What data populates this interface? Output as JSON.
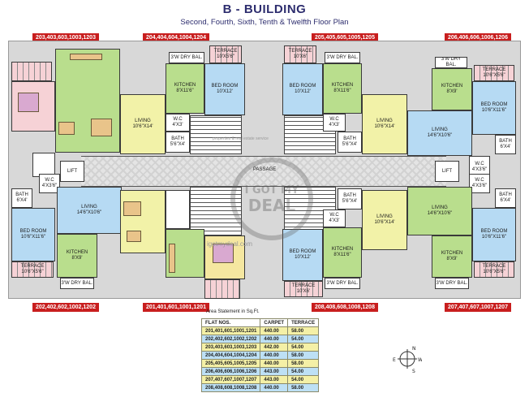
{
  "header": {
    "title": "B - BUILDING",
    "subtitle": "Second, Fourth, Sixth, Tenth & Twelfth Floor Plan"
  },
  "flat_tags": {
    "top_1": "203,403,603,1003,1203",
    "top_2": "204,404,604,1004,1204",
    "top_3": "205,405,605,1005,1205",
    "top_4": "206,406,606,1006,1206",
    "bottom_1": "202,402,602,1002,1202",
    "bottom_2": "201,401,601,1001,1201",
    "bottom_3": "208,408,608,1008,1208",
    "bottom_4": "207,407,607,1007,1207"
  },
  "rooms": {
    "terrace": "TERRACE",
    "terrace_10x5": "10'X5'6\"",
    "terrace_10x6": "10'X6'",
    "terrace_10x6b": "10'6\"X5'6\"",
    "dry_bal": "3'W DRY BAL.",
    "kitchen": "KITCHEN",
    "kitchen_8x11": "8'X11'6\"",
    "kitchen_8x9": "8'X9'",
    "bed_room": "BED ROOM",
    "bed_10x12": "10'X12'",
    "bed_10x11": "10'6\"X11'6\"",
    "living": "LIVING",
    "living_10x14": "10'6\"X14'",
    "living_14x10": "14'6\"X10'6\"",
    "wc": "W.C",
    "wc_4x3": "4'X3'",
    "wc_4x3b": "4'X3'6\"",
    "bath": "BATH",
    "bath_5x4": "5'6\"X4'",
    "bath_6x4": "6'X4'",
    "lift": "LIFT",
    "passage": "PASSAGE"
  },
  "area_table": {
    "caption": "Area Statement in Sq.Ft.",
    "headers": [
      "FLAT NOS.",
      "CARPET",
      "TERRACE"
    ],
    "rows": [
      [
        "201,401,601,1001,1201",
        "440.00",
        "58.00"
      ],
      [
        "202,402,602,1002,1202",
        "440.00",
        "54.00"
      ],
      [
        "203,403,603,1003,1203",
        "442.00",
        "54.00"
      ],
      [
        "204,404,604,1004,1204",
        "440.00",
        "58.00"
      ],
      [
        "205,405,605,1005,1205",
        "440.00",
        "58.00"
      ],
      [
        "206,406,606,1006,1206",
        "443.00",
        "54.00"
      ],
      [
        "207,407,607,1007,1207",
        "443.00",
        "54.00"
      ],
      [
        "208,408,608,1008,1208",
        "440.00",
        "58.00"
      ]
    ]
  },
  "compass": {
    "n": "N",
    "s": "S",
    "e": "E",
    "w": "W"
  },
  "watermark": {
    "line1": "I GOT MY",
    "line2": "DEAL",
    "url": "igotmydeal.com",
    "arc": "properties & real estate service"
  },
  "colors": {
    "living": "#f2f2a8",
    "kitchen": "#b9de8d",
    "bedroom": "#b6daf3",
    "terrace": "#f6d2d6",
    "tag": "#c81e1e"
  }
}
